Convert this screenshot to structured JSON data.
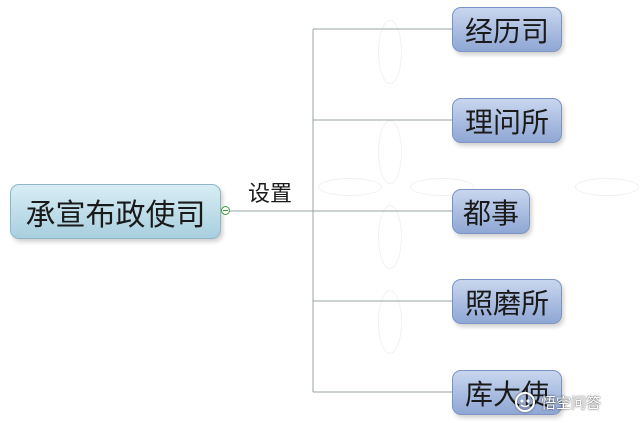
{
  "diagram": {
    "root": {
      "label": "承宣布政使司"
    },
    "edge_label": "设置",
    "children": [
      {
        "label": "经历司"
      },
      {
        "label": "理问所"
      },
      {
        "label": "都事"
      },
      {
        "label": "照磨所"
      },
      {
        "label": "库大使"
      }
    ]
  },
  "watermark": {
    "text": "悟空问答",
    "icon": "wukong-logo-icon"
  },
  "colors": {
    "root_fill": "#bfe0ec",
    "child_fill": "#aebfe3",
    "connector": "#9aa6a6",
    "toggle": "#3f9a3f"
  }
}
